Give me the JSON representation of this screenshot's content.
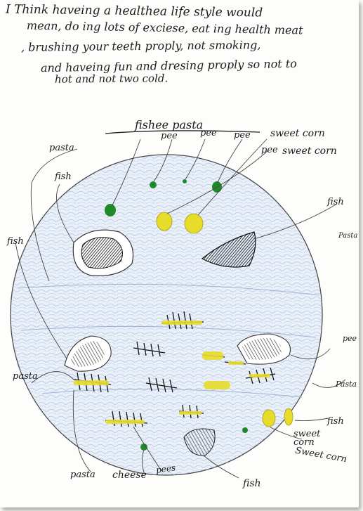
{
  "intro": {
    "line1": "I Think haveing a healthea life style would",
    "line2": "mean, do ing lots of exciese, eat ing health meat",
    "line3": ", brushing your teeth proply, not smoking,",
    "line4": "and haveing fun and dresing proply so not to",
    "line5": "hot and not two cold."
  },
  "title": "fishee pasta",
  "labels": {
    "pasta_top_left": "pasta",
    "fish_top_left": "fish",
    "pee_1": "pee",
    "pee_2": "pee",
    "pee_3": "pee",
    "sweetcorn_1": "sweet corn",
    "pee_4": "pee",
    "sweetcorn_2": "sweet corn",
    "fish_right": "fish",
    "pasta_right": "Pasta",
    "fish_left": "fish",
    "pasta_left": "pasta",
    "pee_right": "pee",
    "pasta_right_low": "Pasta",
    "fish_right_low": "fish",
    "sweetcorn_3": "sweet corn",
    "sweetcorn_4": "Sweet corn",
    "pasta_bottom": "pasta",
    "cheese": "cheese",
    "pees": "pees",
    "fish_bottom": "fish"
  },
  "colors": {
    "plate_fill": "#e9eef7",
    "pea_green": "#1f8a2a",
    "corn_yellow": "#e7dc2a",
    "fish_dark": "#2a2a2a",
    "pencil": "#3a3a3a"
  }
}
